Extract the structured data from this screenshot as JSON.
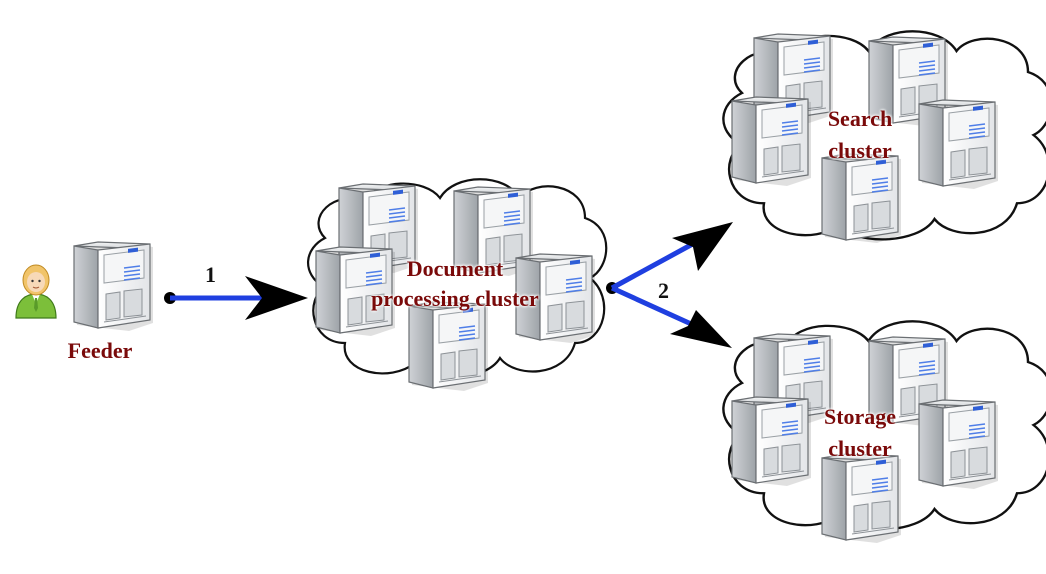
{
  "feeder": {
    "label": "Feeder"
  },
  "doc_cluster": {
    "line1": "Document",
    "line2": "processing cluster"
  },
  "search_cluster": {
    "line1": "Search",
    "line2": "cluster"
  },
  "storage_cluster": {
    "line1": "Storage",
    "line2": "cluster"
  },
  "edges": {
    "step1": "1",
    "step2": "2"
  },
  "colors": {
    "label": "#7a0a0a",
    "edge": "#1f3fe0",
    "arrow": "#000000"
  }
}
